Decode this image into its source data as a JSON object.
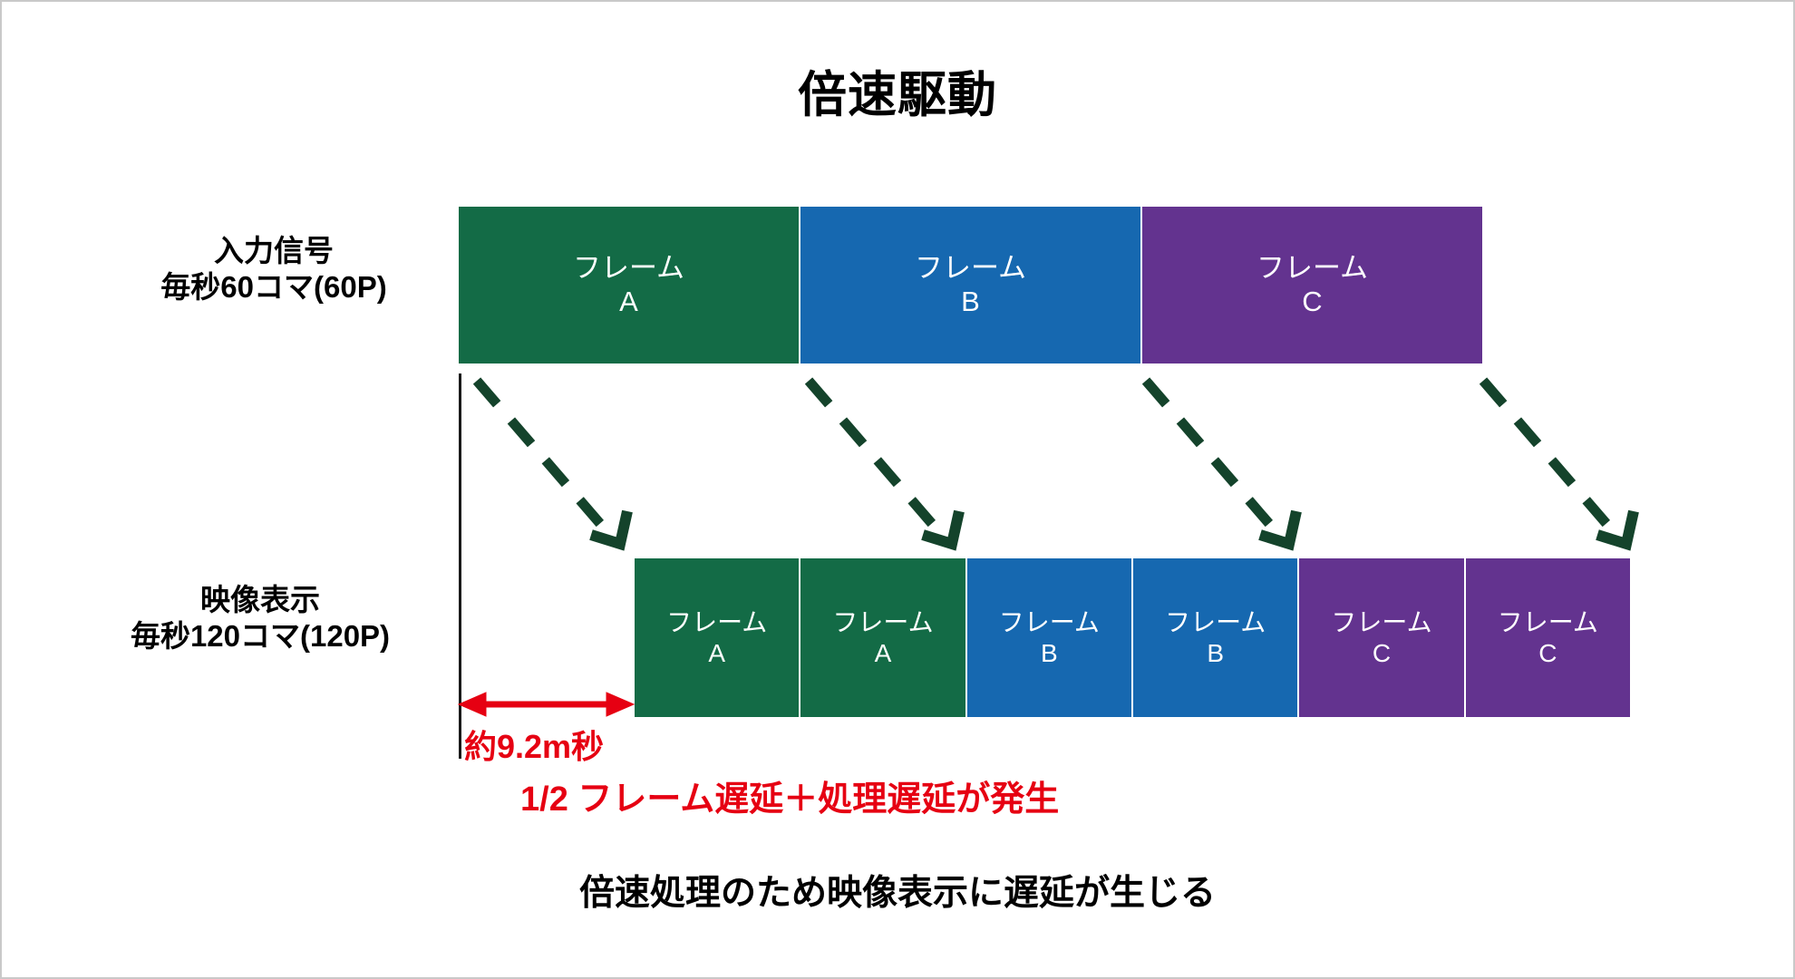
{
  "title": "倍速駆動",
  "rows": {
    "input": {
      "label_line1": "入力信号",
      "label_line2": "毎秒60コマ(60P)",
      "frames": [
        {
          "name": "フレーム",
          "letter": "A",
          "color": "#136B46"
        },
        {
          "name": "フレーム",
          "letter": "B",
          "color": "#1668B0"
        },
        {
          "name": "フレーム",
          "letter": "C",
          "color": "#63338F"
        }
      ]
    },
    "output": {
      "label_line1": "映像表示",
      "label_line2": "毎秒120コマ(120P)",
      "frames": [
        {
          "name": "フレーム",
          "letter": "A",
          "color": "#136B46"
        },
        {
          "name": "フレーム",
          "letter": "A",
          "color": "#136B46"
        },
        {
          "name": "フレーム",
          "letter": "B",
          "color": "#1668B0"
        },
        {
          "name": "フレーム",
          "letter": "B",
          "color": "#1668B0"
        },
        {
          "name": "フレーム",
          "letter": "C",
          "color": "#63338F"
        },
        {
          "name": "フレーム",
          "letter": "C",
          "color": "#63338F"
        }
      ]
    }
  },
  "annotations": {
    "delay_measure": "約9.2m秒",
    "delay_note": "1/2 フレーム遅延＋処理遅延が発生",
    "caption": "倍速処理のため映像表示に遅延が生じる"
  },
  "colors": {
    "green": "#136B46",
    "blue": "#1668B0",
    "purple": "#63338F",
    "arrow_green": "#14432B",
    "red": "#e60012",
    "axis_black": "#1a1a1a",
    "page_border": "#c9c9c9"
  },
  "icons": {
    "mapping_arrow": "dashed-diagonal-arrow-icon",
    "measure_arrow": "double-headed-arrow-icon",
    "timeline_axis": "vertical-axis-line-icon"
  }
}
